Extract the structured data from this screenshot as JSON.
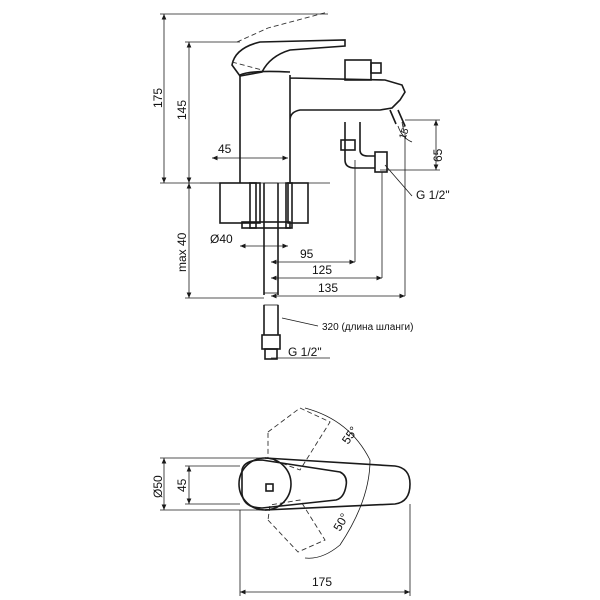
{
  "drawing": {
    "side_view": {
      "dim_175": "175",
      "dim_145": "145",
      "dim_45": "45",
      "dim_65": "65",
      "dim_angle": "15°",
      "dim_thread_outlet": "G 1/2\"",
      "dim_max40": "max 40",
      "dim_d40": "Ø40",
      "dim_95": "95",
      "dim_125": "125",
      "dim_135": "135",
      "dim_hose": "320 (длина шланги)",
      "dim_thread_inlet": "G 1/2\""
    },
    "top_view": {
      "dim_d50": "Ø50",
      "dim_45": "45",
      "dim_angle_55": "55°",
      "dim_angle_50": "50°",
      "dim_175": "175"
    }
  }
}
